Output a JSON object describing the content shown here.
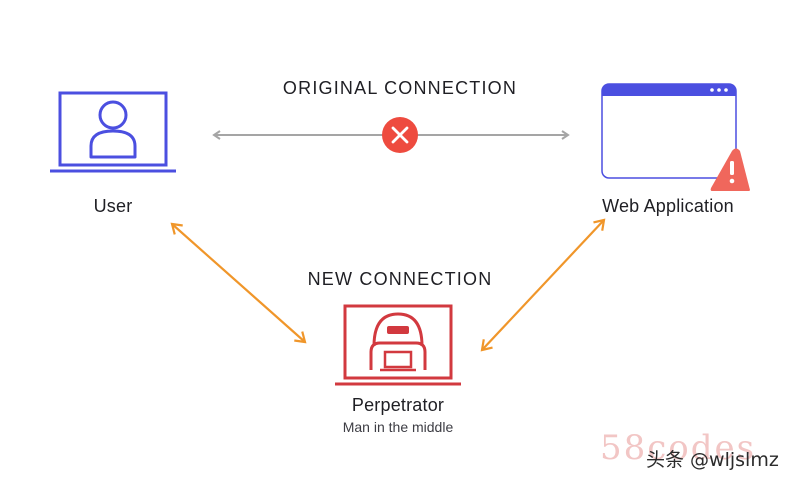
{
  "diagram": {
    "original_connection_label": "ORIGINAL CONNECTION",
    "new_connection_label": "NEW CONNECTION",
    "user_label": "User",
    "web_app_label": "Web Application",
    "perpetrator_label": "Perpetrator",
    "perpetrator_sub": "Man in the middle"
  },
  "icons": {
    "user": "laptop-user-icon",
    "web_app": "browser-window-icon",
    "warning": "warning-triangle-icon",
    "blocked": "blocked-x-icon",
    "perpetrator": "laptop-hacker-icon"
  },
  "colors": {
    "user": "#4b4fe0",
    "web_app": "#4b4fe0",
    "warning": "#f0675c",
    "blocked": "#ee4b3f",
    "perpetrator": "#d2393f",
    "new_connection_arrow": "#f0962a",
    "original_connection_arrow": "#a5a5a5"
  },
  "watermark": {
    "logo_text": "58codes",
    "tag_text": "头条 @wljslmz"
  }
}
